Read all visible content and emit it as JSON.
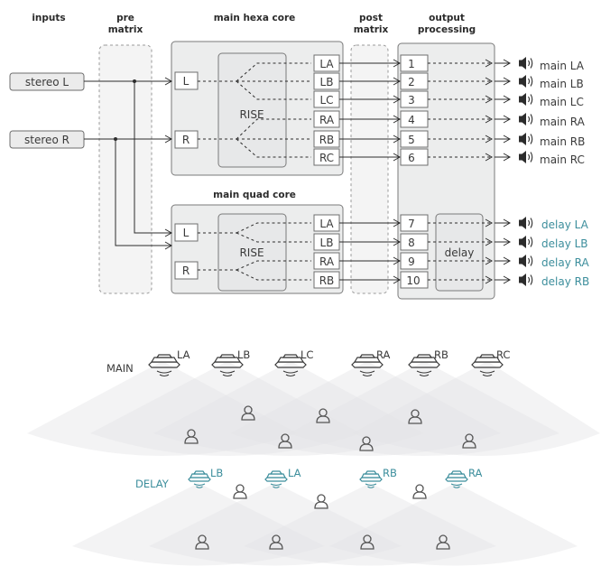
{
  "headers": {
    "inputs": "inputs",
    "pre_matrix_1": "pre",
    "pre_matrix_2": "matrix",
    "hexa_core": "main hexa core",
    "post_matrix_1": "post",
    "post_matrix_2": "matrix",
    "output_1": "output",
    "output_2": "processing",
    "quad_core": "main quad core"
  },
  "inputs": [
    "stereo L",
    "stereo R"
  ],
  "hexa": {
    "inputs": [
      "L",
      "R"
    ],
    "rise_label": "RISE",
    "outputs": [
      "LA",
      "LB",
      "LC",
      "RA",
      "RB",
      "RC"
    ]
  },
  "quad": {
    "inputs": [
      "L",
      "R"
    ],
    "rise_label": "RISE",
    "outputs": [
      "LA",
      "LB",
      "RA",
      "RB"
    ]
  },
  "output_channels": [
    "1",
    "2",
    "3",
    "4",
    "5",
    "6",
    "7",
    "8",
    "9",
    "10"
  ],
  "delay_block_label": "delay",
  "speaker_outputs_main": [
    "main LA",
    "main LB",
    "main LC",
    "main RA",
    "main RB",
    "main RC"
  ],
  "speaker_outputs_delay": [
    "delay LA",
    "delay LB",
    "delay RA",
    "delay RB"
  ],
  "layout_labels": {
    "main": "MAIN",
    "delay": "DELAY",
    "main_speakers": [
      "LA",
      "LB",
      "LC",
      "RA",
      "RB",
      "RC"
    ],
    "delay_speakers": [
      "LB",
      "LA",
      "RB",
      "RA"
    ]
  },
  "colors": {
    "delay_accent": "#3c8e9c",
    "text": "#3a3a3a",
    "box_fill": "#eceded"
  },
  "icons": {
    "speaker": "speaker-icon",
    "person": "person-icon",
    "line_array": "line-array-icon"
  }
}
